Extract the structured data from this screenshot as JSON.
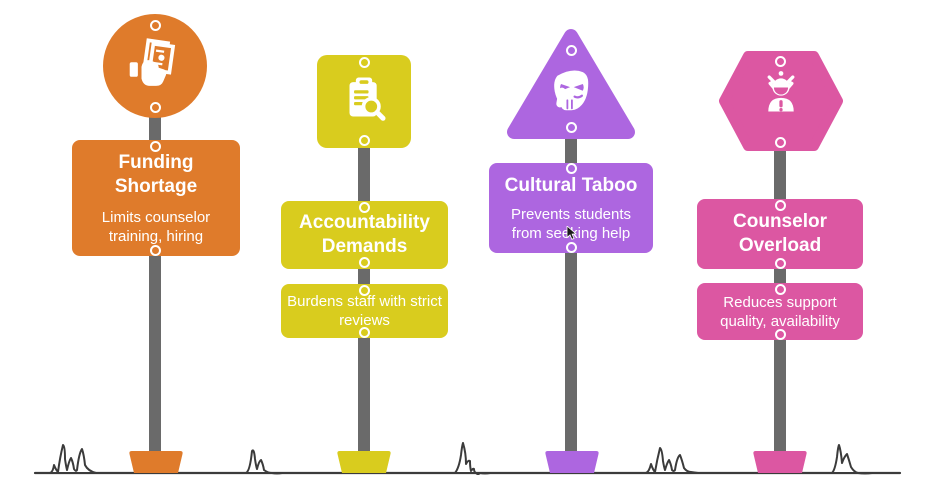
{
  "signs": [
    {
      "name": "funding-shortage",
      "shape": "circle",
      "icon": "money-in-hand-icon",
      "color": "#DF7B2B",
      "title": "Funding Shortage",
      "subtitle": "Limits counselor training, hiring",
      "layout": "combined-box"
    },
    {
      "name": "accountability-demands",
      "shape": "rounded-square",
      "icon": "clipboard-search-icon",
      "color": "#D9CC1E",
      "title": "Accountability Demands",
      "subtitle": "Burdens staff with strict reviews",
      "layout": "split-boxes"
    },
    {
      "name": "cultural-taboo",
      "shape": "triangle",
      "icon": "theater-mask-icon",
      "color": "#AD66E0",
      "title": "Cultural Taboo",
      "subtitle": "Prevents students from seeking help",
      "layout": "combined-box"
    },
    {
      "name": "counselor-overload",
      "shape": "hexagon",
      "icon": "stressed-person-icon",
      "color": "#DC57A2",
      "title": "Counselor Overload",
      "subtitle": "Reduces support quality, availability",
      "layout": "split-boxes"
    }
  ],
  "colors": {
    "pole": "#6A6A6A",
    "ground": "#3B3B3B",
    "text": "#FFFFFF",
    "background": "#FFFFFF"
  }
}
